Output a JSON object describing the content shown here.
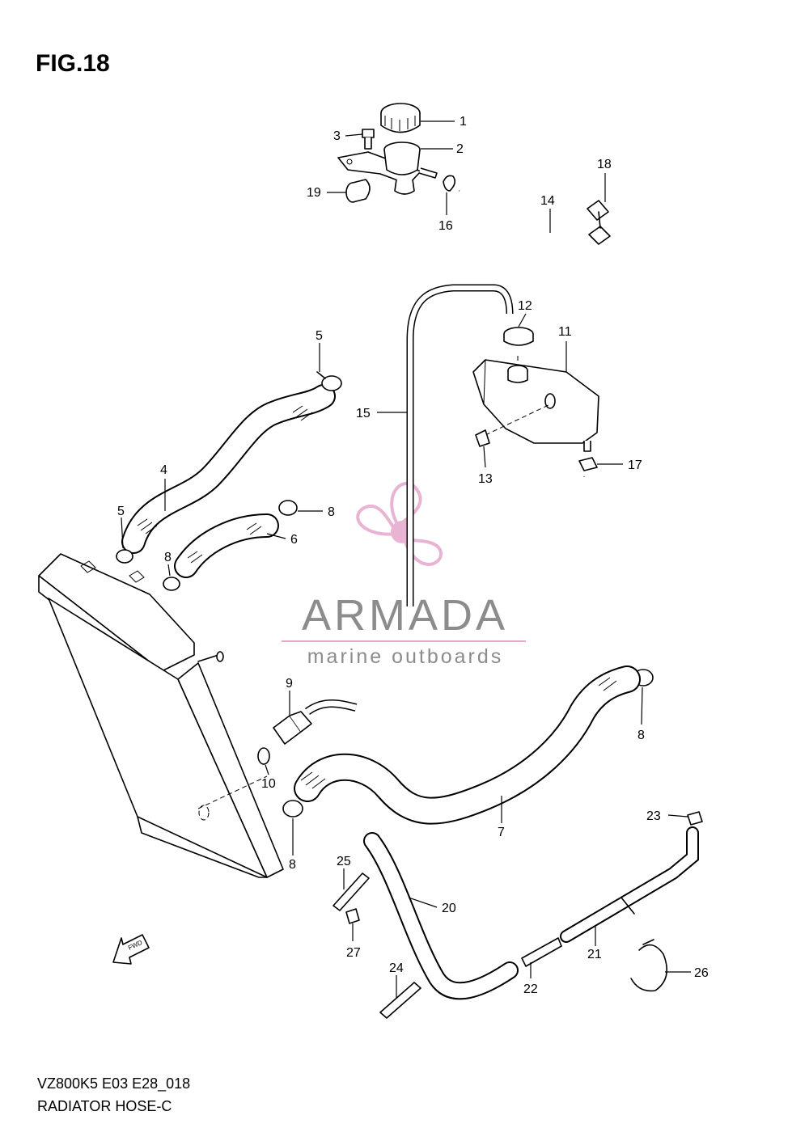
{
  "figure": {
    "title": "FIG.18",
    "code": "VZ800K5 E03 E28_018",
    "name": "RADIATOR HOSE-C",
    "fwd_label": "FWD"
  },
  "watermark": {
    "brand": "ARMADA",
    "tagline": "marine outboards",
    "color_text": "#8c8c8c",
    "color_logo": "#e6a6cc"
  },
  "parts": {
    "p1": "1",
    "p2": "2",
    "p3": "3",
    "p4": "4",
    "p5a": "5",
    "p5b": "5",
    "p6": "6",
    "p7": "7",
    "p8a": "8",
    "p8b": "8",
    "p8c": "8",
    "p8d": "8",
    "p9": "9",
    "p10": "10",
    "p11": "11",
    "p12": "12",
    "p13": "13",
    "p14": "14",
    "p15": "15",
    "p16": "16",
    "p17": "17",
    "p18": "18",
    "p19": "19",
    "p20": "20",
    "p21": "21",
    "p22": "22",
    "p23": "23",
    "p24": "24",
    "p25": "25",
    "p26": "26",
    "p27": "27"
  }
}
